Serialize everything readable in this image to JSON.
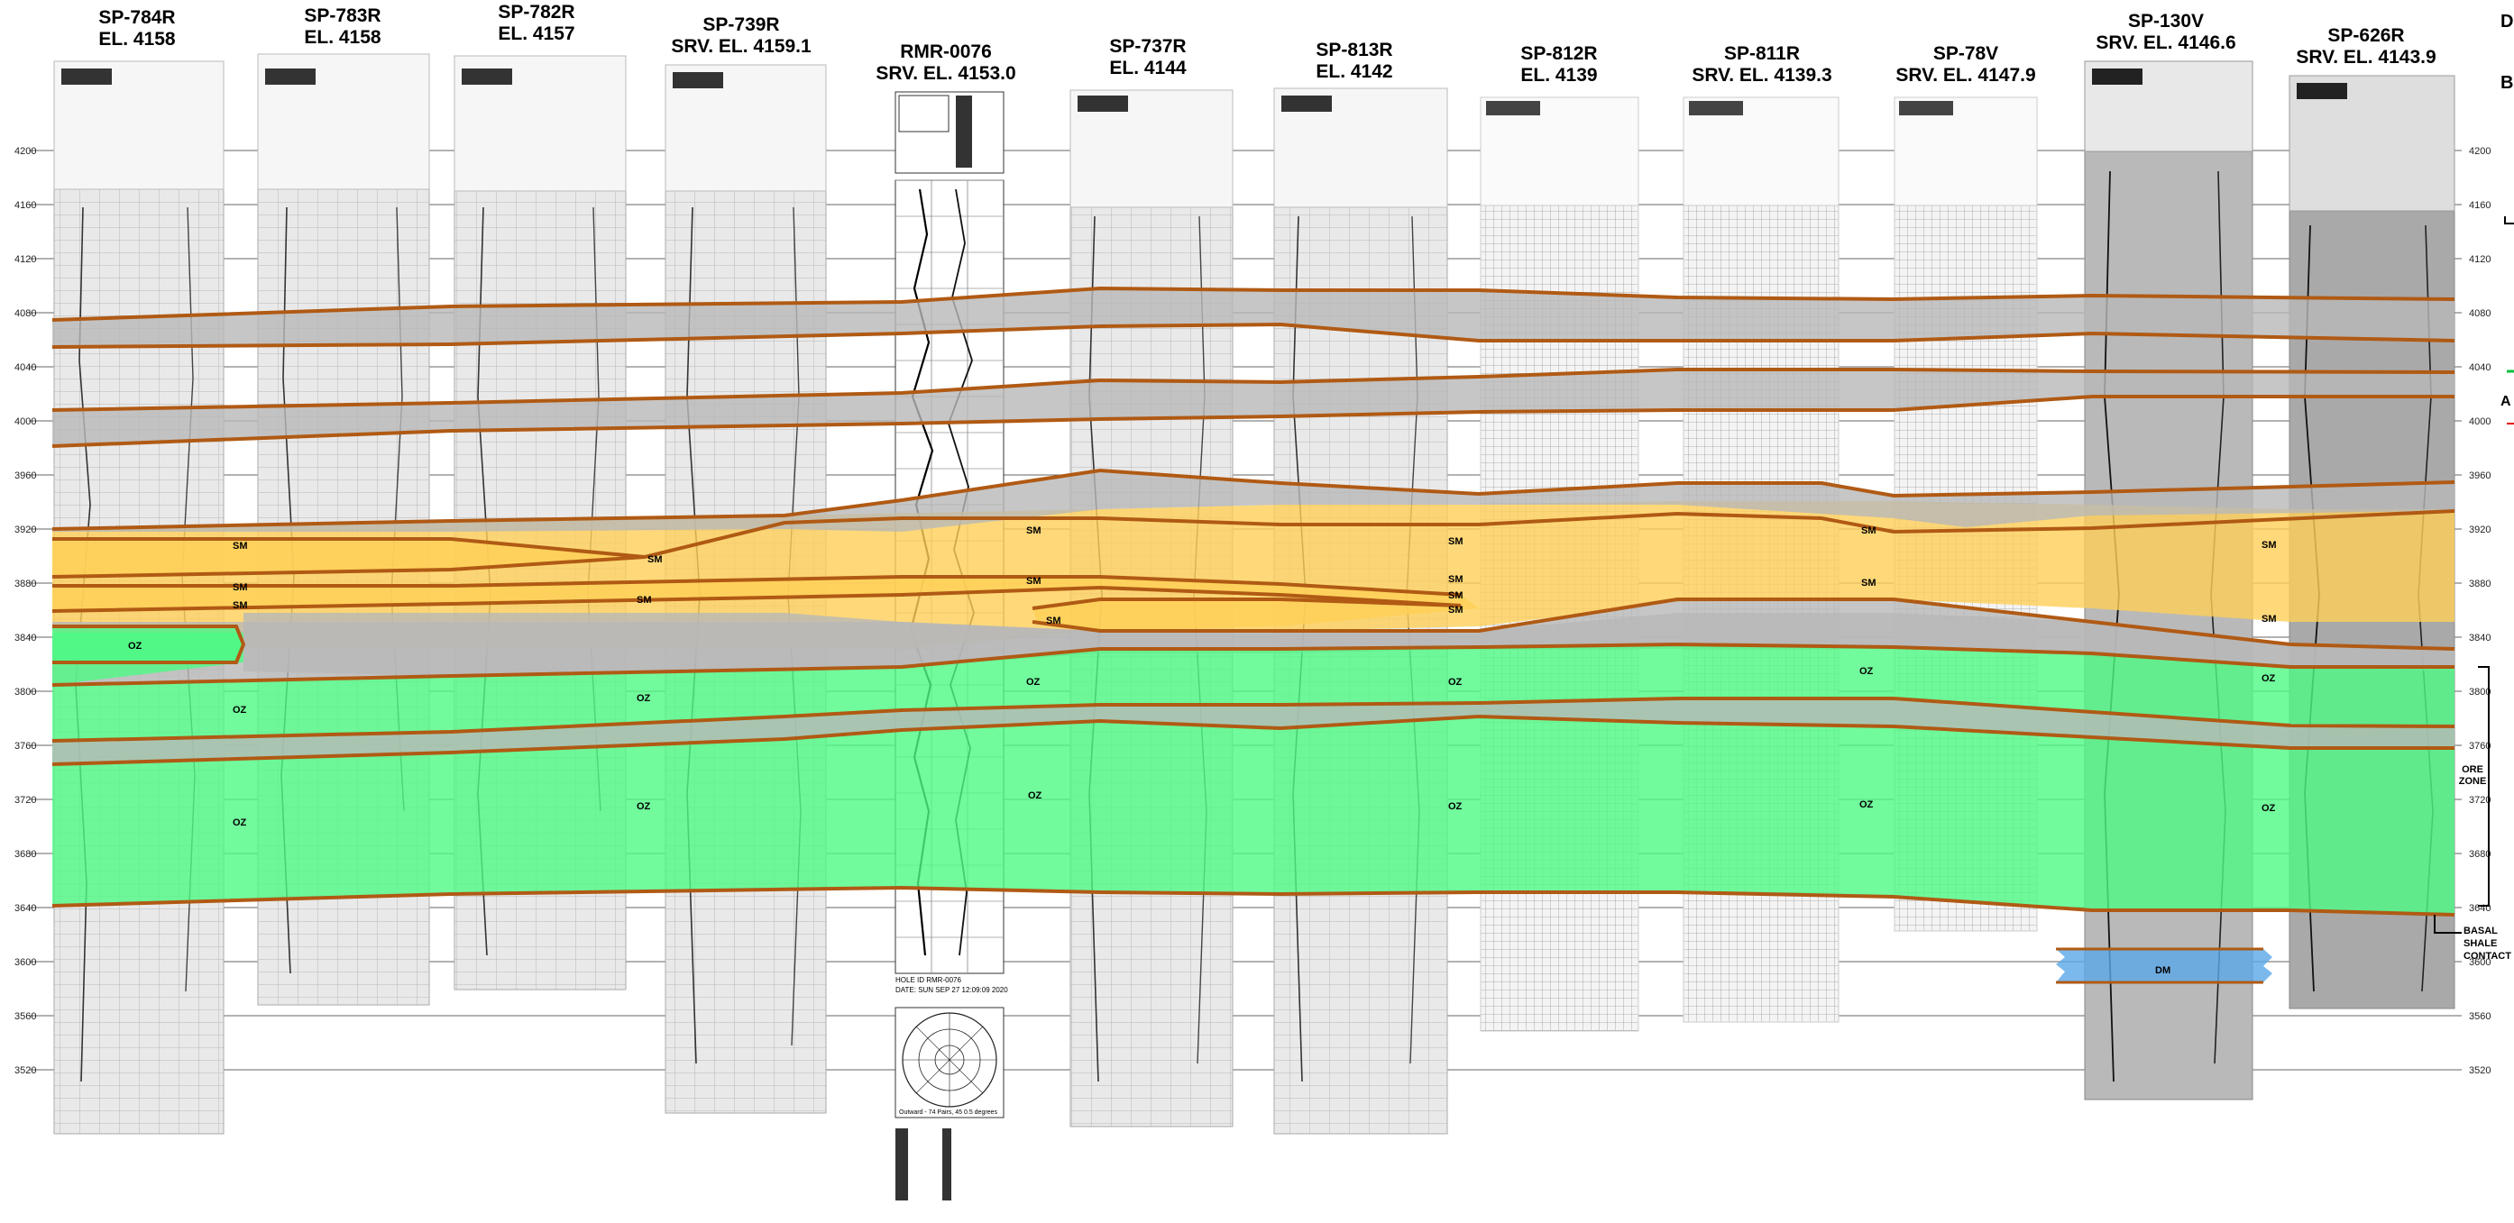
{
  "elevation_ticks": [
    "4200",
    "4160",
    "4120",
    "4080",
    "4040",
    "4000",
    "3960",
    "3920",
    "3880",
    "3840",
    "3800",
    "3760",
    "3720",
    "3680",
    "3640",
    "3600",
    "3560",
    "3520"
  ],
  "wells": [
    {
      "name": "SP-784R",
      "elev": "EL. 4158"
    },
    {
      "name": "SP-783R",
      "elev": "EL. 4158"
    },
    {
      "name": "SP-782R",
      "elev": "EL. 4157"
    },
    {
      "name": "SP-739R",
      "elev": "SRV. EL. 4159.1"
    },
    {
      "name": "RMR-0076",
      "elev": "SRV. EL. 4153.0"
    },
    {
      "name": "SP-737R",
      "elev": "EL. 4144"
    },
    {
      "name": "SP-813R",
      "elev": "EL. 4142"
    },
    {
      "name": "SP-812R",
      "elev": "EL. 4139"
    },
    {
      "name": "SP-811R",
      "elev": "SRV. EL. 4139.3"
    },
    {
      "name": "SP-78V",
      "elev": "SRV. EL. 4147.9"
    },
    {
      "name": "SP-130V",
      "elev": "SRV. EL. 4146.6"
    },
    {
      "name": "SP-626R",
      "elev": "SRV. EL. 4143.9"
    }
  ],
  "zone_codes": {
    "sm": "SM",
    "oz": "OZ",
    "dm": "DM"
  },
  "annotations": {
    "ore_zone": [
      "ORE",
      "ZONE"
    ],
    "basal": [
      "BASAL",
      "SHALE",
      "CONTACT"
    ],
    "log_hole": "HOLE ID RMR-0076",
    "log_date": "DATE: SUN SEP 27 12:09:09 2020",
    "stereonet_caption": "Outward - 74 Pairs, 45 0.5 degrees",
    "edge_d": "D",
    "edge_b": "B",
    "edge_a": "A"
  },
  "colors": {
    "ore_zone": "#4dfa85",
    "sand": "#ffcf57",
    "shale": "#b8b8b8",
    "contact": "#b05a14",
    "dolomite": "#5aa8e8"
  }
}
